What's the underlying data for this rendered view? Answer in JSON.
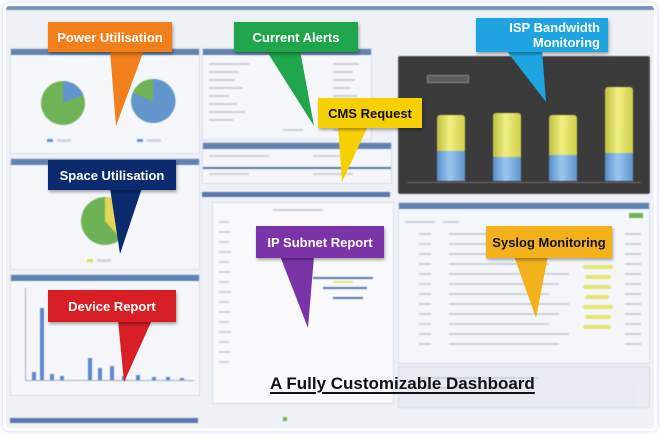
{
  "headline": "A Fully Customizable Dashboard",
  "callouts": {
    "power_utilisation": {
      "label": "Power Utilisation",
      "color": "#f07f1c"
    },
    "current_alerts": {
      "label": "Current Alerts",
      "color": "#1fa54a"
    },
    "isp_bandwidth": {
      "label_line1": "ISP Bandwidth",
      "label_line2": "Monitoring",
      "color": "#1fa4e2"
    },
    "cms_request": {
      "label": "CMS Request",
      "color": "#f6d000"
    },
    "space_utilisation": {
      "label": "Space Utilisation",
      "color": "#0c2a6e"
    },
    "ip_subnet_report": {
      "label": "IP Subnet Report",
      "color": "#7a34a8"
    },
    "syslog_monitoring": {
      "label": "Syslog Monitoring",
      "color": "#f3b21c"
    },
    "device_report": {
      "label": "Device Report",
      "color": "#d81f26"
    }
  },
  "icons": {
    "pie": "pie-chart-icon",
    "bars": "bar-chart-icon"
  },
  "colors": {
    "panel_header": "#4a6fa5",
    "pie_green": "#5aa83a",
    "pie_blue": "#4a86c6",
    "pie_yellow": "#e2d13a",
    "bandwidth_yellow": "#f0f070",
    "bandwidth_blue": "#4a86c6"
  }
}
